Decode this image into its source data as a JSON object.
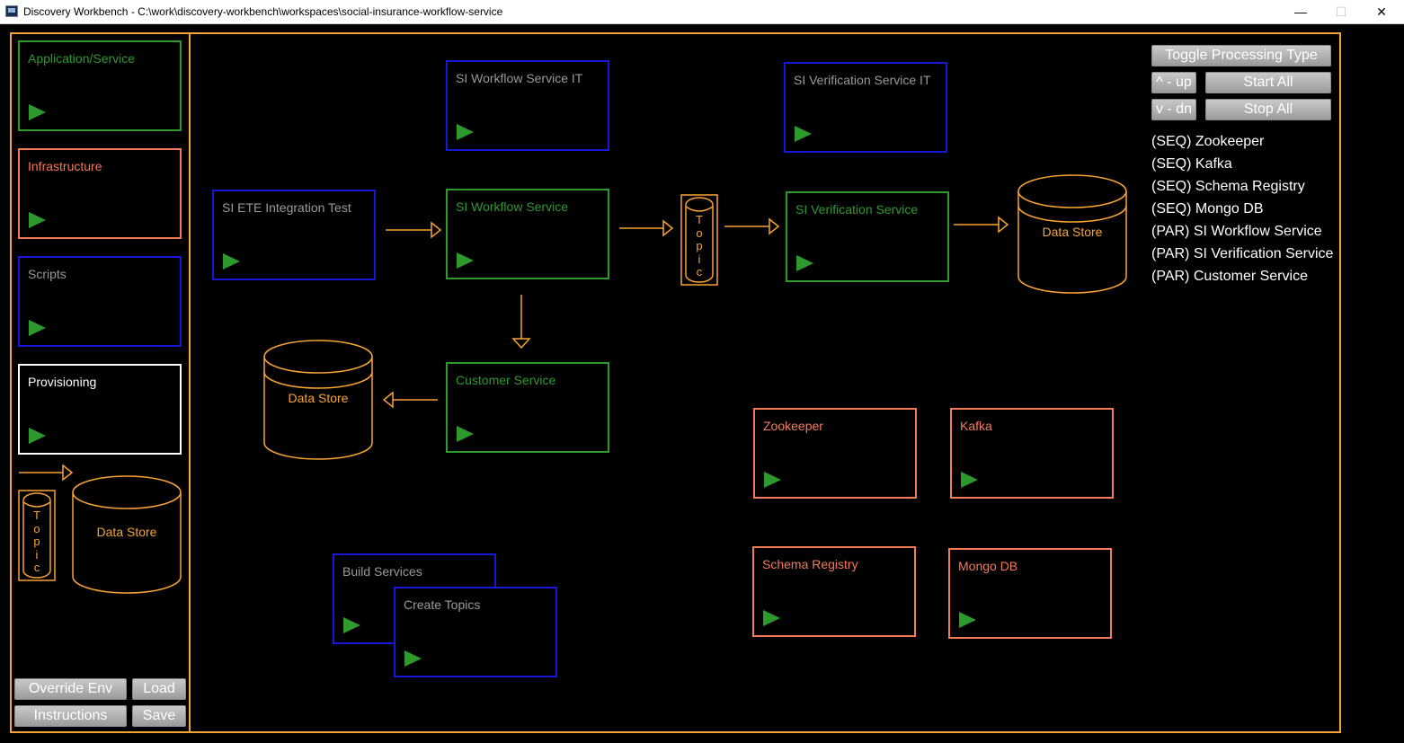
{
  "window": {
    "title": "Discovery Workbench - C:\\work\\discovery-workbench\\workspaces\\social-insurance-workflow-service",
    "minimize": "—",
    "maximize": "☐",
    "close": "✕"
  },
  "palette": {
    "legend_app": "Application/Service",
    "legend_infra": "Infrastructure",
    "legend_scripts": "Scripts",
    "legend_provisioning": "Provisioning",
    "topic_letters": [
      "T",
      "o",
      "p",
      "i",
      "c"
    ],
    "data_store": "Data Store"
  },
  "footer_buttons": {
    "override_env": "Override Env",
    "load": "Load",
    "instructions": "Instructions",
    "save": "Save"
  },
  "nodes": {
    "si_workflow_it": "SI Workflow Service IT",
    "si_verification_it": "SI Verification Service IT",
    "si_ete_test": "SI ETE Integration Test",
    "si_workflow": "SI Workflow Service",
    "si_verification": "SI Verification Service",
    "customer_service": "Customer Service",
    "zookeeper": "Zookeeper",
    "kafka": "Kafka",
    "schema_registry": "Schema Registry",
    "mongo_db": "Mongo DB",
    "build_services": "Build Services",
    "create_topics": "Create Topics"
  },
  "stores": {
    "store_right": "Data Store",
    "store_left": "Data Store"
  },
  "topic_main": [
    "T",
    "o",
    "p",
    "i",
    "c"
  ],
  "controls": {
    "toggle": "Toggle Processing Type",
    "up": "^ - up",
    "dn": "v - dn",
    "start_all": "Start All",
    "stop_all": "Stop All"
  },
  "processing_order": [
    "(SEQ) Zookeeper",
    "(SEQ) Kafka",
    "(SEQ) Schema Registry",
    "(SEQ) Mongo DB",
    "(PAR) SI Workflow Service",
    "(PAR) SI Verification Service",
    "(PAR) Customer Service"
  ],
  "colors": {
    "frame": "#f7a336",
    "service_green": "#2e9a2e",
    "infra_orange": "#f47a5a",
    "script_blue": "#1717d8"
  }
}
